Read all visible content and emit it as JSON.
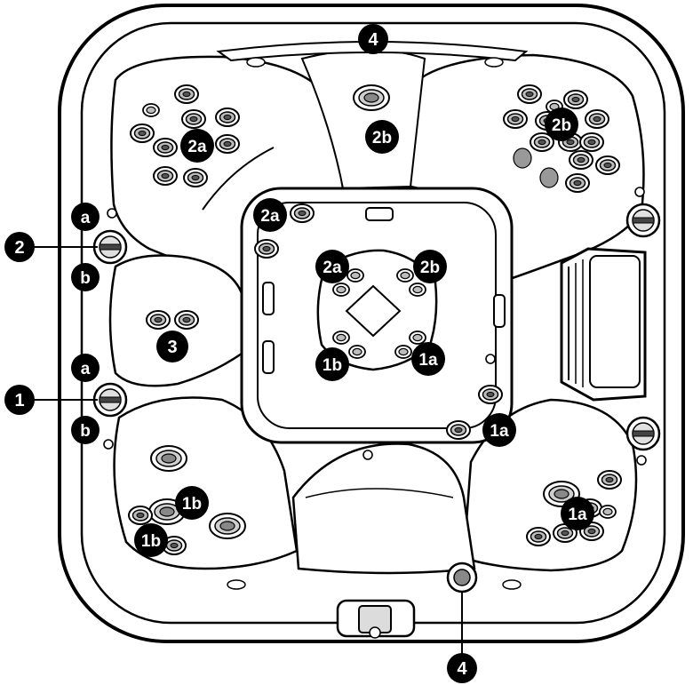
{
  "diagram": {
    "callouts": {
      "top_4": "4",
      "top_2b": "2b",
      "upper_left_2a": "2a",
      "upper_right_2b": "2b",
      "center_2a": "2a",
      "ring_2a": "2a",
      "ring_2b": "2b",
      "ring_1b": "1b",
      "ring_1a": "1a",
      "left_3": "3",
      "right_1a": "1a",
      "lower_left_1b_a": "1b",
      "lower_left_1b_b": "1b",
      "lower_right_1a": "1a",
      "bottom_4": "4",
      "side_2": "2",
      "side_1": "1",
      "side_a_upper": "a",
      "side_b_upper": "b",
      "side_a_lower": "a",
      "side_b_lower": "b"
    }
  }
}
